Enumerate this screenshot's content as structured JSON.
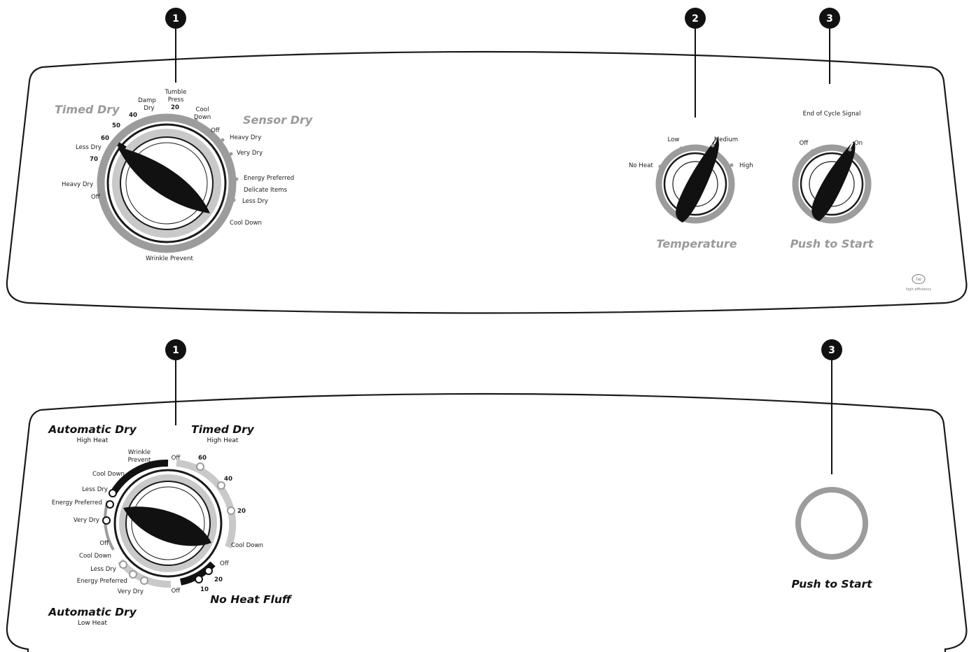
{
  "colors": {
    "panel_stroke": "#1a1a1a",
    "ring_grey": "#9c9c9c",
    "ring_light": "#c9c9c9",
    "knob_black": "#111111",
    "title_grey": "#9a9a9a"
  },
  "callouts": {
    "one": "1",
    "two": "2",
    "three": "3"
  },
  "top_panel": {
    "timed_dry_title": "Timed Dry",
    "sensor_dry_title": "Sensor Dry",
    "cycle_dial": {
      "timed": {
        "tumble_press_1": "Tumble",
        "tumble_press_2": "Press",
        "t20": "20",
        "damp_dry_1": "Damp",
        "damp_dry_2": "Dry",
        "t40": "40",
        "t50": "50",
        "t60": "60",
        "less_dry": "Less Dry",
        "t70": "70",
        "heavy_dry": "Heavy Dry",
        "off": "Off"
      },
      "sensor": {
        "cool_down_1": "Cool",
        "cool_down_2": "Down",
        "off": "Off",
        "heavy_dry": "Heavy Dry",
        "very_dry": "Very Dry",
        "energy_preferred": "Energy Preferred",
        "delicate_items": "Delicate Items",
        "less_dry": "Less Dry",
        "cool_down": "Cool Down"
      },
      "wrinkle_prevent": "Wrinkle Prevent"
    },
    "temperature": {
      "title": "Temperature",
      "no_heat": "No Heat",
      "low": "Low",
      "medium": "Medium",
      "high": "High"
    },
    "signal": {
      "heading": "End of Cycle Signal",
      "off": "Off",
      "on": "On",
      "title": "Push to Start"
    },
    "he_logo": {
      "mark": "he",
      "caption": "high efficiency"
    }
  },
  "bottom_panel": {
    "auto_high_title": "Automatic Dry",
    "auto_high_sub": "High Heat",
    "timed_title": "Timed Dry",
    "timed_sub": "High Heat",
    "auto_low_title": "Automatic Dry",
    "auto_low_sub": "Low Heat",
    "no_heat_fluff_title": "No Heat Fluff",
    "dial": {
      "wrinkle_1": "Wrinkle",
      "wrinkle_2": "Prevent",
      "off_top": "Off",
      "t60": "60",
      "t40": "40",
      "t20": "20",
      "cool_down_right": "Cool Down",
      "off_right": "Off",
      "f20": "20",
      "f10": "10",
      "off_bottom": "Off",
      "cool_down_hi": "Cool Down",
      "less_dry_hi": "Less Dry",
      "energy_hi": "Energy Preferred",
      "very_dry_hi": "Very Dry",
      "off_left": "Off",
      "cool_down_lo": "Cool Down",
      "less_dry_lo": "Less Dry",
      "energy_lo": "Energy Preferred",
      "very_dry_lo": "Very Dry"
    },
    "start_title": "Push to Start"
  }
}
